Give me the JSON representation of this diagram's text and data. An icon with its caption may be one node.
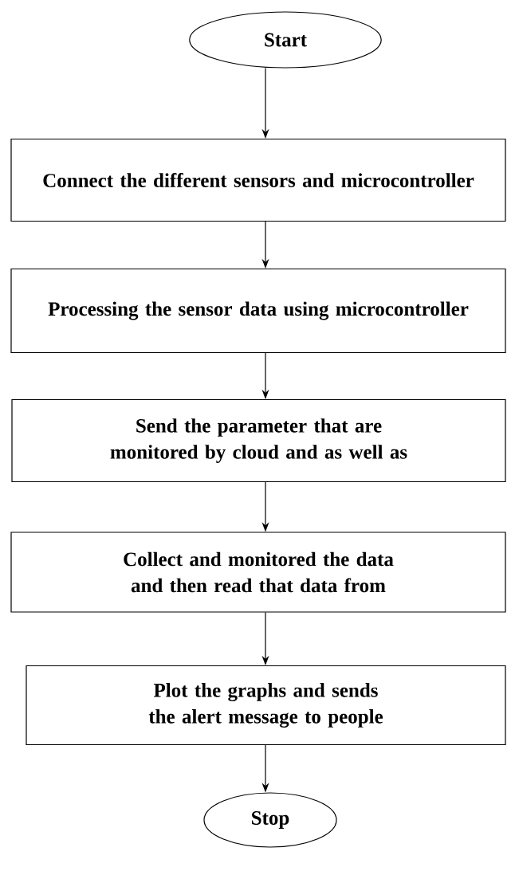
{
  "diagram": {
    "nodes": [
      {
        "text": [
          "Start"
        ]
      },
      {
        "text": [
          "Connect the different sensors and microcontroller"
        ]
      },
      {
        "text": [
          "Processing the sensor data using microcontroller"
        ]
      },
      {
        "text": [
          "Send the parameter that are monitored by cloud and as well as"
        ]
      },
      {
        "text": [
          "Collect and monitored the data and then read that data from"
        ]
      },
      {
        "text": [
          "Plot the graphs and sends the alert message to people"
        ]
      },
      {
        "text": [
          "Stop"
        ]
      }
    ],
    "edges": [
      {
        "from": 0,
        "to": 1,
        "arrow": "to"
      },
      {
        "from": 1,
        "to": 2,
        "arrow": "to"
      },
      {
        "from": 2,
        "to": 3,
        "arrow": "to"
      },
      {
        "from": 3,
        "to": 4,
        "arrow": "to"
      },
      {
        "from": 4,
        "to": 5,
        "arrow": "to"
      },
      {
        "from": 5,
        "to": 6,
        "arrow": "to"
      }
    ]
  }
}
